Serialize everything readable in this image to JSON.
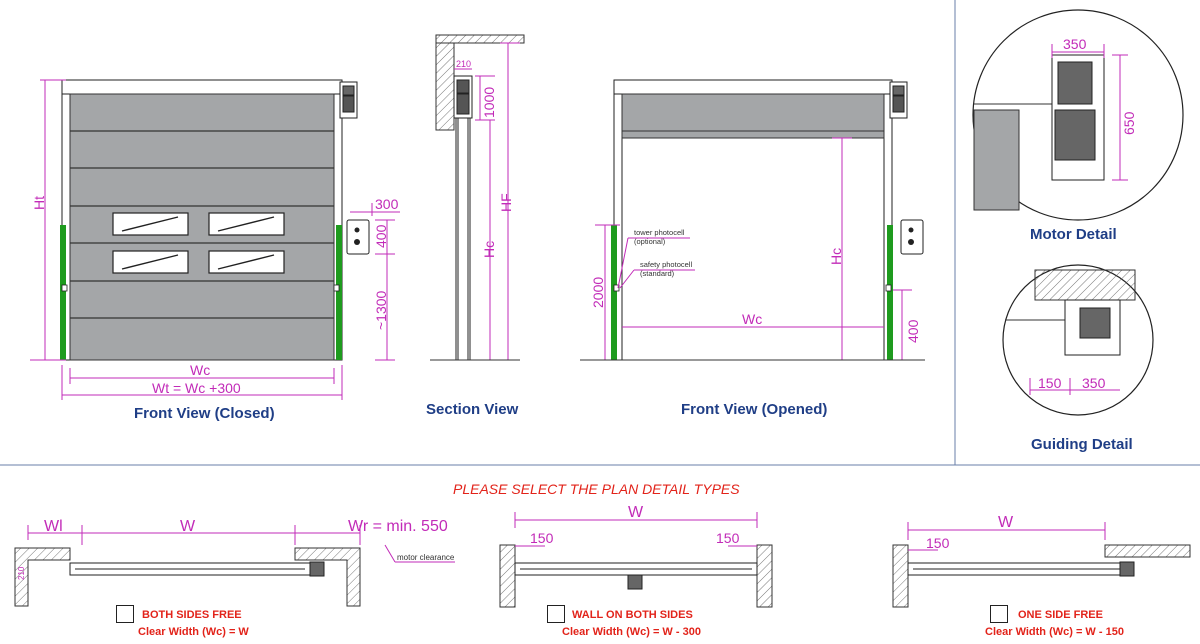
{
  "views": {
    "front_closed": {
      "title": "Front View (Closed)",
      "dims": {
        "height": "Ht",
        "clear_width": "Wc",
        "total_width": "Wt = Wc +300",
        "box_w": "300",
        "box_h": "400",
        "sensor_h": "~1300"
      }
    },
    "section": {
      "title": "Section View",
      "dims": {
        "top": "210",
        "box": "1000",
        "full": "HF",
        "clear": "Hc"
      }
    },
    "front_opened": {
      "title": "Front View (Opened)",
      "dims": {
        "clear_height": "Hc",
        "clear_width": "Wc",
        "photocell_h": "2000",
        "box_h": "400"
      },
      "notes": {
        "tower_photocell": "tower photocell",
        "tower_optional": "(optional)",
        "safety_photocell": "safety photocell",
        "safety_standard": "(standard)"
      }
    },
    "motor_detail": {
      "title": "Motor Detail",
      "dims": {
        "width": "350",
        "height": "650"
      }
    },
    "guiding_detail": {
      "title": "Guiding Detail",
      "dims": {
        "left": "150",
        "right": "350"
      }
    }
  },
  "plan": {
    "heading": "PLEASE SELECT THE PLAN DETAIL TYPES",
    "options": [
      {
        "title": "BOTH SIDES FREE",
        "formula": "Clear Width (Wc) = W",
        "dims": {
          "wl": "Wl",
          "w": "W",
          "wr": "Wr = min. 550",
          "note": "motor clearance",
          "side": "210"
        }
      },
      {
        "title": "WALL ON BOTH SIDES",
        "formula": "Clear Width (Wc) = W - 300",
        "dims": {
          "w": "W",
          "left": "150",
          "right": "150"
        }
      },
      {
        "title": "ONE SIDE  FREE",
        "formula": "Clear Width (Wc) = W - 150",
        "dims": {
          "w": "W",
          "left": "150"
        }
      }
    ]
  },
  "colors": {
    "dimension": "#c22bb8",
    "title": "#1f3e86",
    "accent": "#e2231a",
    "panel": "#a4a6a8",
    "guide": "#1e9b1e"
  }
}
